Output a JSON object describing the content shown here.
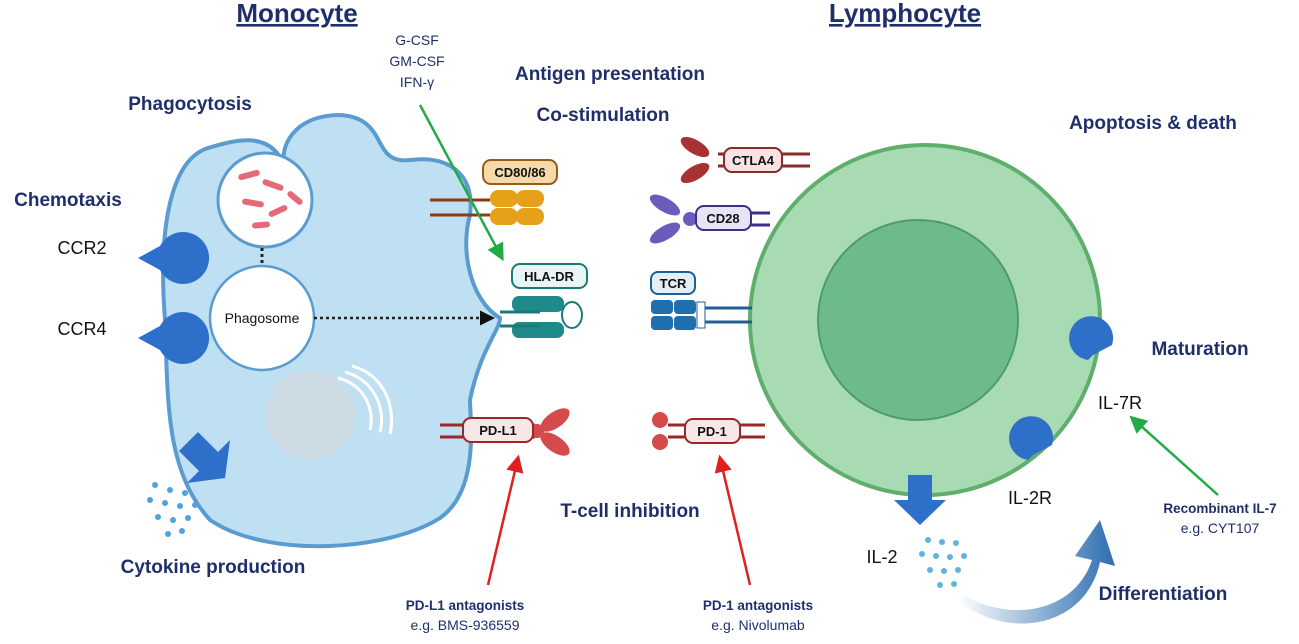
{
  "titles": {
    "monocyte": "Monocyte",
    "lymphocyte": "Lymphocyte"
  },
  "monocyte": {
    "phagocytosis": "Phagocytosis",
    "chemotaxis": "Chemotaxis",
    "ccr2": "CCR2",
    "ccr4": "CCR4",
    "phagosome": "Phagosome",
    "cytokine_production": "Cytokine production"
  },
  "stimulators": [
    "G-CSF",
    "GM-CSF",
    "IFN-γ"
  ],
  "center": {
    "antigen_presentation": "Antigen presentation",
    "co_stimulation": "Co-stimulation",
    "t_cell_inhibition": "T-cell inhibition"
  },
  "receptors": {
    "cd80_86": "CD80/86",
    "hla_dr": "HLA-DR",
    "pd_l1": "PD-L1",
    "ctla4": "CTLA4",
    "cd28": "CD28",
    "tcr": "TCR",
    "pd_1": "PD-1"
  },
  "drugs": {
    "pdl1_title": "PD-L1 antagonists",
    "pdl1_example": "e.g. BMS-936559",
    "pd1_title": "PD-1 antagonists",
    "pd1_example": "e.g. Nivolumab",
    "il7_title": "Recombinant IL-7",
    "il7_example": "e.g. CYT107"
  },
  "lymphocyte": {
    "apoptosis": "Apoptosis & death",
    "maturation": "Maturation",
    "il7r": "IL-7R",
    "il2r": "IL-2R",
    "il2": "IL-2",
    "differentiation": "Differentiation"
  },
  "colors": {
    "monocyte_fill": "#bfe0f2",
    "monocyte_stroke": "#5a9bd0",
    "lymphocyte_fill": "#a8dbb3",
    "lymphocyte_stroke": "#5fae6b",
    "nucleus_fill": "#6dbb8a",
    "text_navy": "#1f2f6b",
    "receptor_blue": "#2e6fc9",
    "activation_arrow": "#22aa44",
    "inhibition_arrow": "#e02020"
  }
}
